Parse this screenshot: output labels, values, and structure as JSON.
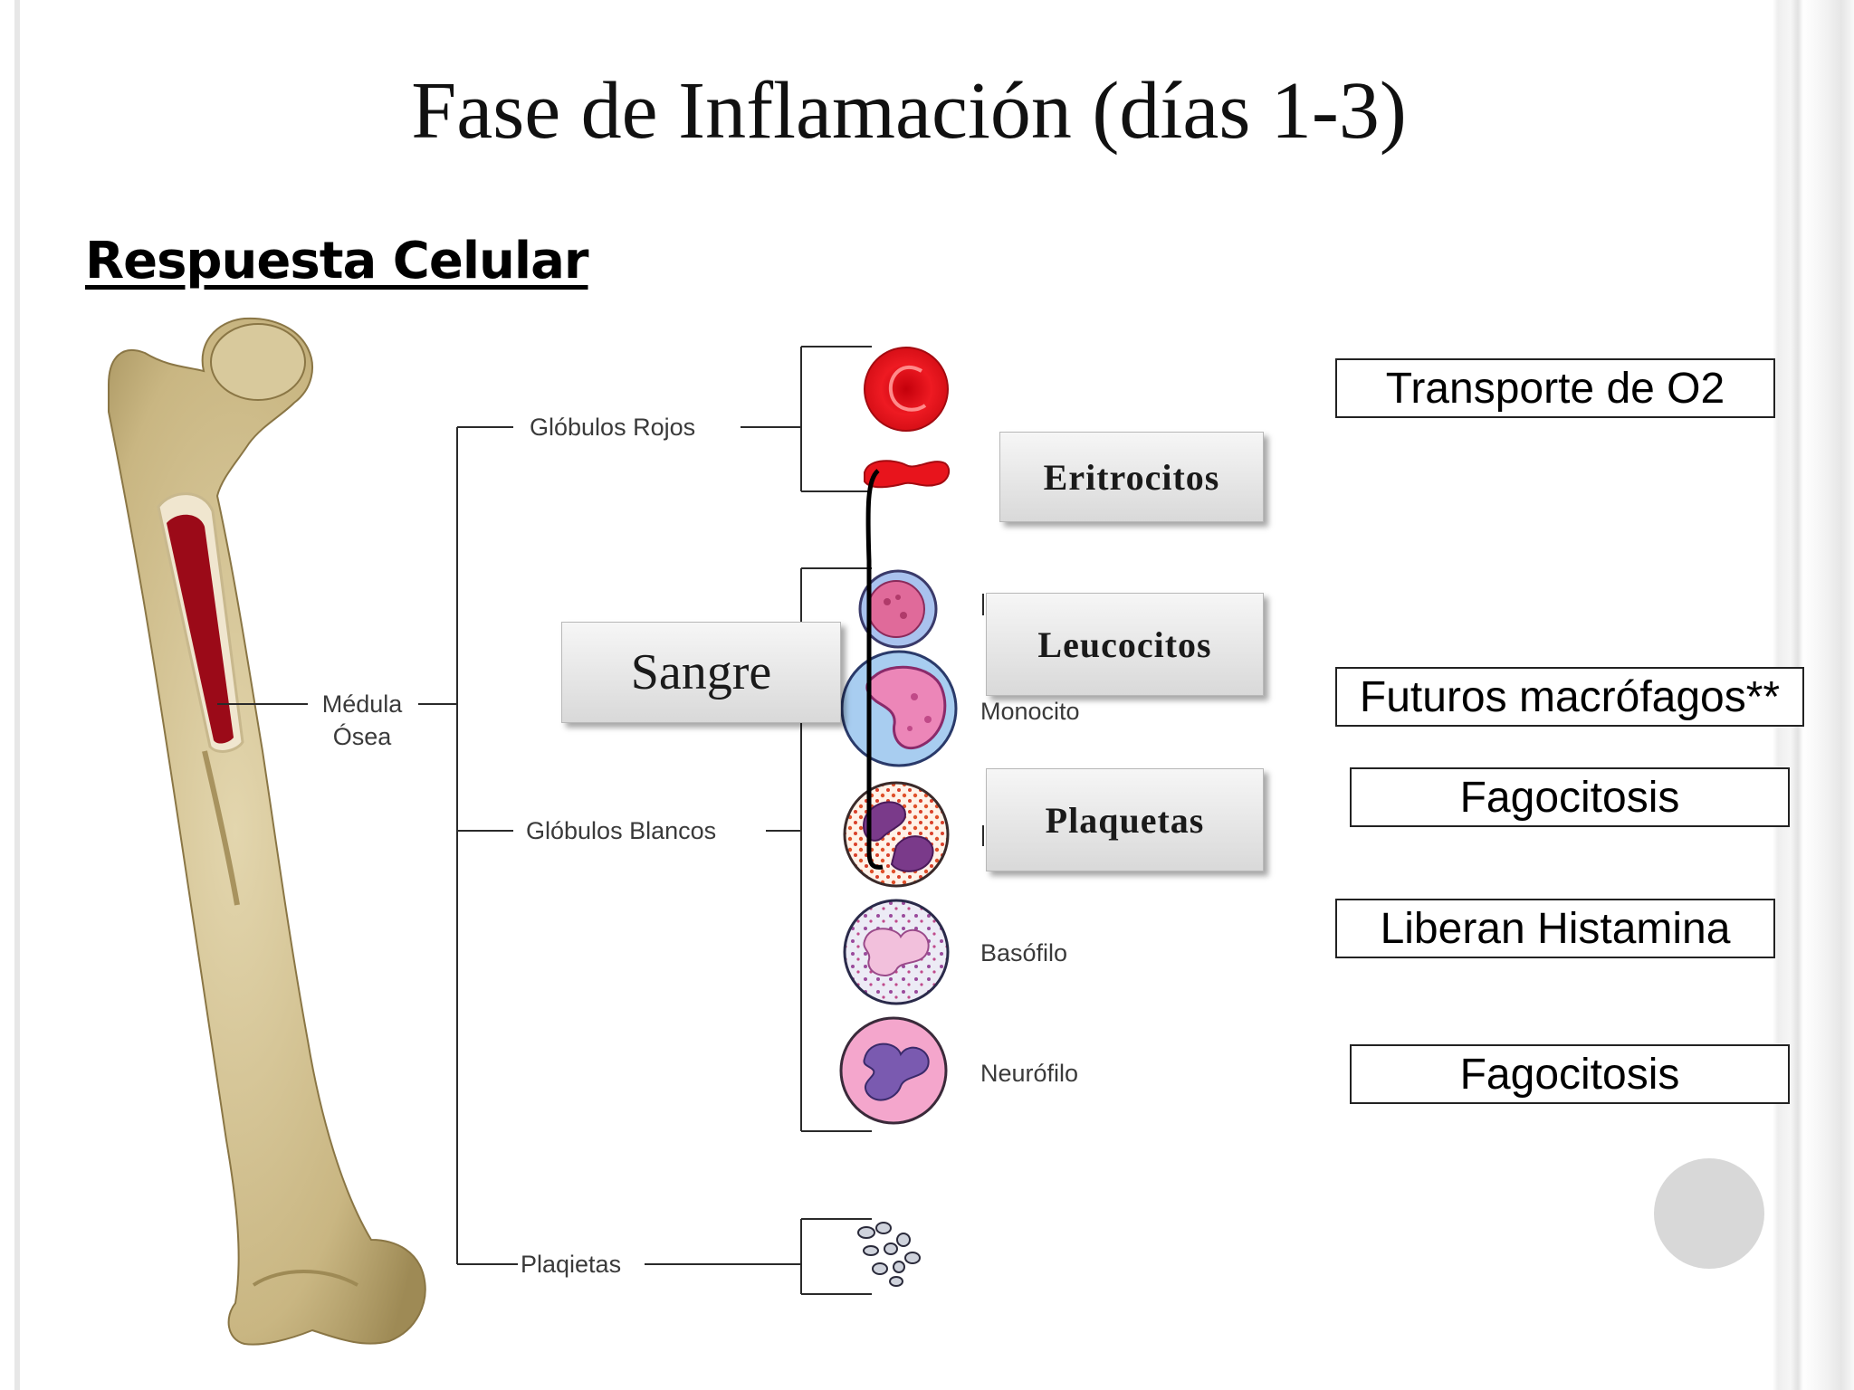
{
  "slide": {
    "title": "Fase de Inflamación (días 1-3)",
    "heading": "Respuesta Celular"
  },
  "diagram": {
    "root": {
      "line1": "Médula",
      "line2": "Ósea"
    },
    "branches": {
      "red": "Glóbulos Rojos",
      "white": "Glóbulos Blancos",
      "platelets": "Plaqietas"
    },
    "cell_labels": {
      "monocyte": "Monocito",
      "basophil": "Basófilo",
      "neutrophil": "Neurófilo"
    }
  },
  "callouts": {
    "sangre": "Sangre",
    "eritrocitos": "Eritrocitos",
    "leucocitos": "Leucocitos",
    "plaquetas": "Plaquetas"
  },
  "functions": [
    "Transporte de O2",
    "Futuros macrófagos**",
    "Fagocitosis",
    "Liberan Histamina",
    "Fagocitosis"
  ],
  "colors": {
    "bone": "#d4c395",
    "marrow": "#9b0a18",
    "red_cell": "#e8141c",
    "nucleus_purple": "#8a4fa0",
    "nav_circle": "#d8d8d8"
  },
  "icons": [
    "femur-bone-illustration",
    "erythrocyte-icon",
    "lymphocyte-icon",
    "monocyte-icon",
    "eosinophil-icon",
    "basophil-icon",
    "neutrophil-icon",
    "platelets-icon"
  ]
}
